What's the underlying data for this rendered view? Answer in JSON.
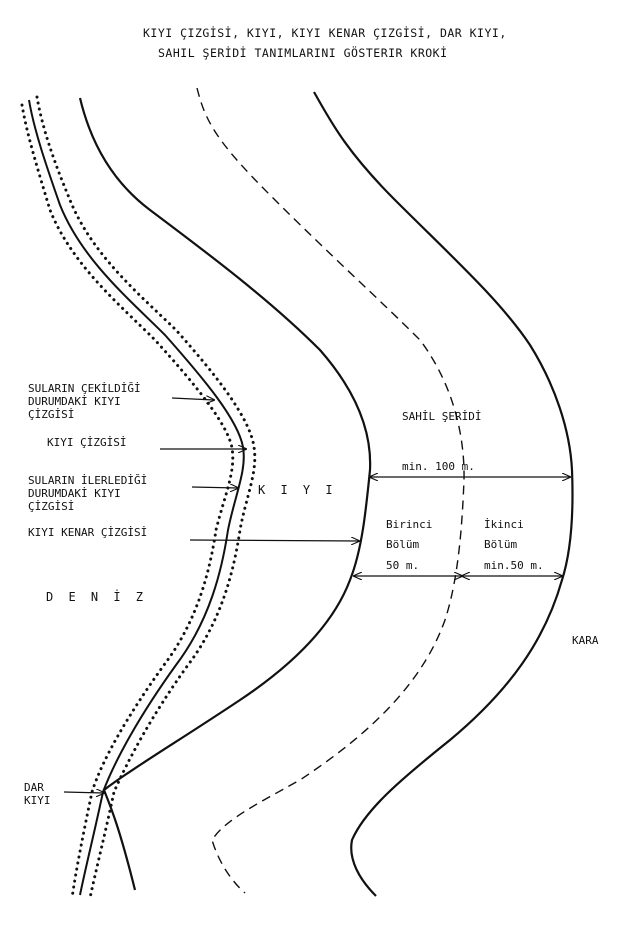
{
  "title": {
    "line1": "KIYI ÇIZGİSİ, KIYI, KIYI KENAR ÇIZGİSİ, DAR KIYI,",
    "line2": "SAHIL ŞERİDİ TANIMLARINI GÖSTERIR KROKİ"
  },
  "labels": {
    "receding_shoreline": [
      "SULARIN ÇEKİLDİĞİ",
      "DURUMDAKİ KIYI",
      "ÇİZGİSİ"
    ],
    "shoreline": "KIYI ÇİZGİSİ",
    "advancing_shoreline": [
      "SULARIN İLERLEDİĞİ",
      "DURUMDAKİ KIYI",
      "ÇİZGİSİ"
    ],
    "shore_edge_line": "KIYI KENAR ÇİZGİSİ",
    "shore": "K I Y I",
    "sea": "D E N İ Z",
    "narrow_shore": [
      "DAR",
      "KIYI"
    ],
    "coastal_strip": "SAHİL  ŞERİDİ",
    "coastal_strip_width": "min. 100 m.",
    "first_section": [
      "Birinci",
      "Bölüm",
      "50 m."
    ],
    "second_section": [
      "İkinci",
      "Bölüm",
      "min.50 m."
    ],
    "land": "KARA"
  }
}
